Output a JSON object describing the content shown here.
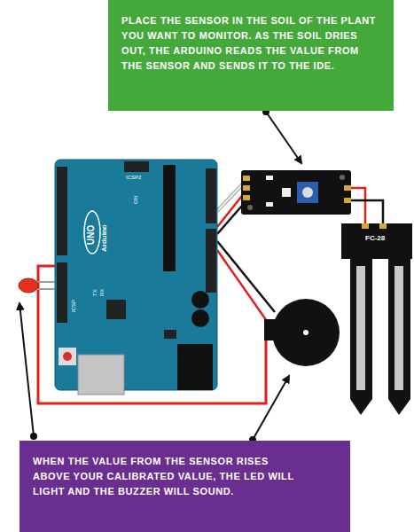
{
  "diagram": {
    "nodes": [
      {
        "text": [
          "PLACE THE SENSOR IN THE SOIL OF THE PLANT YOU WANT TO MONITOR. AS THE SOIL DRIES OUT, THE ARDUINO READS THE VALUE FROM THE SENSOR AND SENDS IT TO THE IDE."
        ]
      },
      {
        "text": [
          "WHEN THE VALUE FROM THE SENSOR RISES ABOVE YOUR CALIBRATED VALUE, THE LED WILL LIGHT AND THE BUZZER WILL SOUND."
        ]
      }
    ],
    "labels": [
      "UNO",
      "Arduino",
      "ICSP2",
      "TX",
      "RX",
      "ICSP",
      "ON",
      "FC-28"
    ]
  }
}
